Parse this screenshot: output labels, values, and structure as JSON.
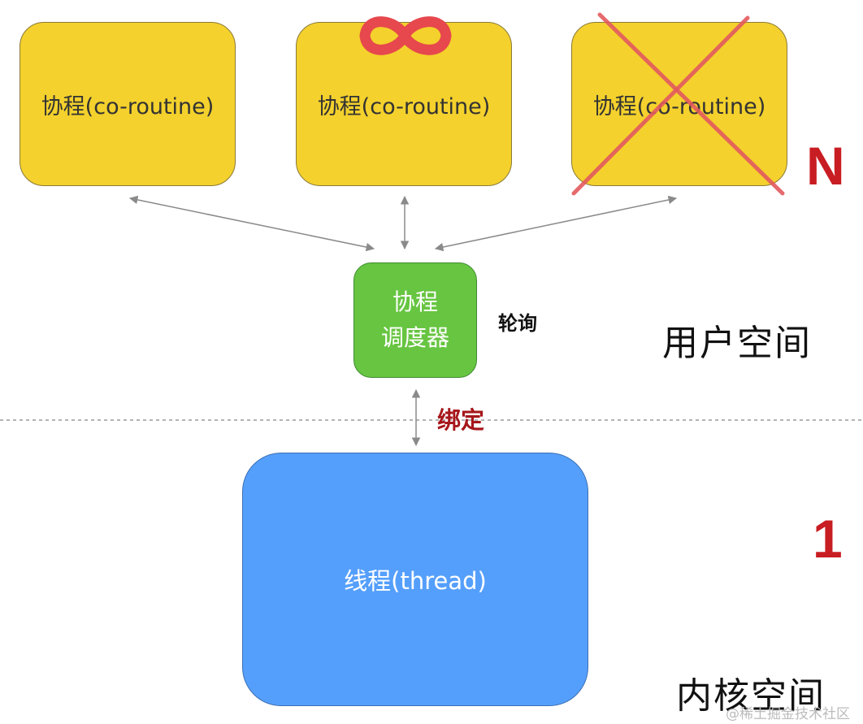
{
  "coroutines": [
    {
      "label": "协程(co-routine)",
      "state": "normal"
    },
    {
      "label": "协程(co-routine)",
      "state": "infinite"
    },
    {
      "label": "协程(co-routine)",
      "state": "crossed-out"
    }
  ],
  "scheduler": {
    "line1": "协程",
    "line2": "调度器"
  },
  "poll_label": "轮询",
  "bind_label": "绑定",
  "thread": {
    "label": "线程(thread)"
  },
  "user_space_label": "用户空间",
  "kernel_space_label": "内核空间",
  "coroutine_count": "N",
  "thread_count": "1",
  "watermark": "@稀土掘金技术社区",
  "colors": {
    "coroutine": "#f4d12c",
    "scheduler": "#67c541",
    "thread": "#559ffc",
    "accent_red": "#c81d22",
    "infinity": "#e6484d",
    "bind_red": "#a6161b"
  },
  "icons": [
    "infinity-icon",
    "cross-out-icon"
  ]
}
